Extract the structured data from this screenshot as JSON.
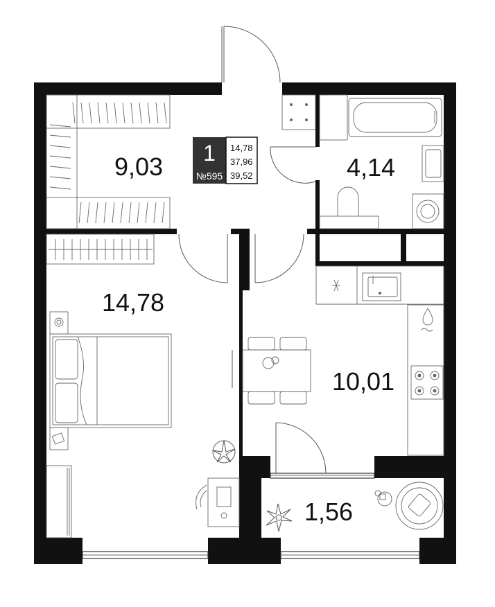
{
  "badge": {
    "rooms": "1",
    "number": "№595",
    "living_area": "14,78",
    "total_area": "37,96",
    "total_with_balcony": "39,52"
  },
  "rooms": {
    "wardrobe": "9,03",
    "bathroom": "4,14",
    "bedroom": "14,78",
    "kitchen": "10,01",
    "balcony": "1,56"
  },
  "icons": [
    "hob-icon",
    "sink-icon",
    "bathtub-icon",
    "toilet-icon",
    "washing-machine-icon",
    "bed-icon",
    "dining-table-icon",
    "plant-icon",
    "desk-icon",
    "armchair-icon",
    "water-drop-icon",
    "fridge-icon"
  ]
}
